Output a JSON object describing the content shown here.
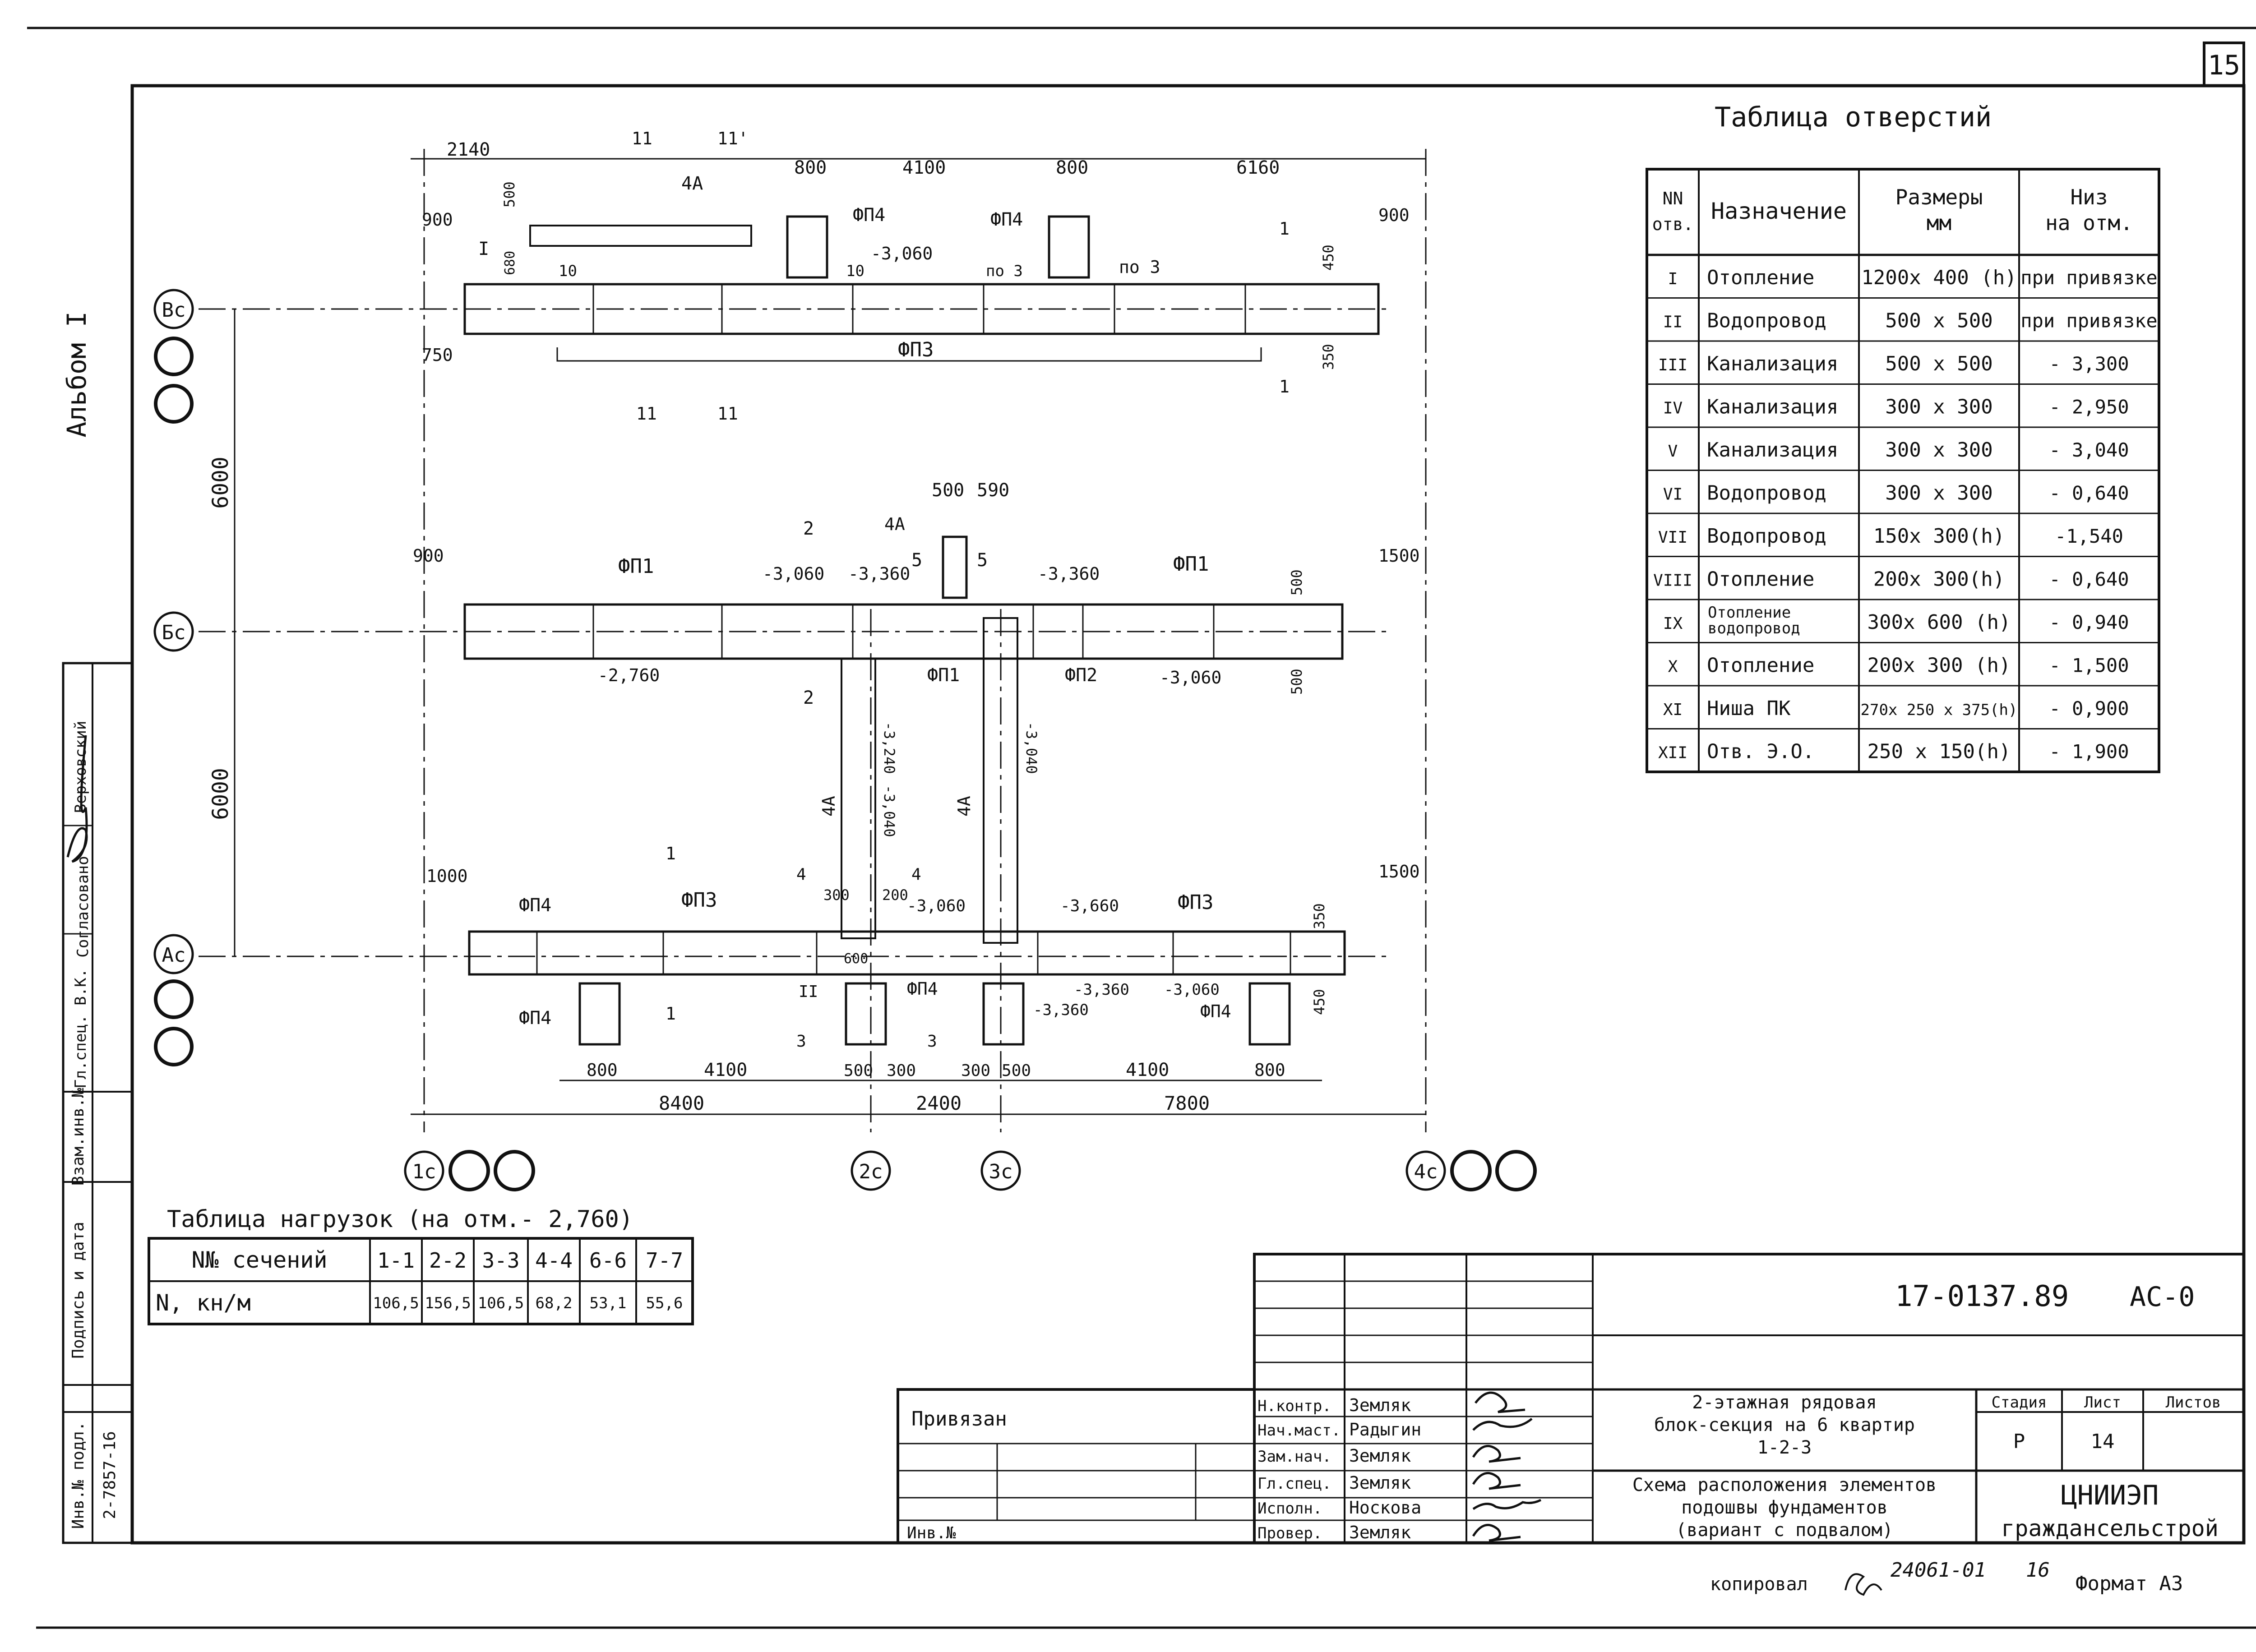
{
  "sheet_number": "15",
  "album": "Альбом I",
  "holes_table": {
    "title": "Таблица отверстий",
    "headers": [
      "NN отв.",
      "Назначение",
      "Размеры мм",
      "Низ на отм."
    ],
    "rows": [
      [
        "I",
        "Отопление",
        "1200x 400 (h)",
        "при привязке"
      ],
      [
        "II",
        "Водопровод",
        "500 x 500",
        "при привязке"
      ],
      [
        "III",
        "Канализация",
        "500 x 500",
        "- 3,300"
      ],
      [
        "IV",
        "Канализация",
        "300 x 300",
        "- 2,950"
      ],
      [
        "V",
        "Канализация",
        "300 x 300",
        "- 3,040"
      ],
      [
        "VI",
        "Водопровод",
        "300 x 300",
        "- 0,640"
      ],
      [
        "VII",
        "Водопровод",
        "150x 300(h)",
        "-1,540"
      ],
      [
        "VIII",
        "Отопление",
        "200x 300(h)",
        "- 0,640"
      ],
      [
        "IX",
        "Отопление водопровод",
        "300x 600 (h)",
        "- 0,940"
      ],
      [
        "X",
        "Отопление",
        "200x 300 (h)",
        "- 1,500"
      ],
      [
        "XI",
        "Ниша ПК",
        "270x 250 x 375(h)",
        "- 0,900"
      ],
      [
        "XII",
        "Отв. Э.О.",
        "250 x 150(h)",
        "- 1,900"
      ]
    ]
  },
  "loads_table": {
    "title": "Таблица нагрузок (на отм.- 2,760)",
    "header_label": "N№ сечений",
    "sections": [
      "1-1",
      "2-2",
      "3-3",
      "4-4",
      "6-6",
      "7-7"
    ],
    "row_label": "N, кн/м",
    "values": [
      "106,5",
      "156,5",
      "106,5",
      "68,2",
      "53,1",
      "55,6"
    ]
  },
  "axes": {
    "rows": [
      "Вс",
      "Бс",
      "Ас"
    ],
    "cols": [
      "1с",
      "2с",
      "3с",
      "4с"
    ]
  },
  "row_spacing": "6000",
  "dims": {
    "top_row": [
      "2140",
      "800",
      "4100",
      "800",
      "6160"
    ],
    "top_small": [
      "900",
      "500",
      "900",
      "680",
      "450",
      "750",
      "350"
    ],
    "mid_row": [
      "900",
      "500",
      "590",
      "1500",
      "500",
      "500"
    ],
    "low_row": [
      "1000",
      "1500",
      "300",
      "200",
      "600",
      "350",
      "450"
    ],
    "bottom_chain": [
      "800",
      "4100",
      "500",
      "300",
      "300",
      "500",
      "4100",
      "800"
    ],
    "bottom_totals": [
      "8400",
      "2400",
      "7800"
    ]
  },
  "labels": {
    "top": {
      "fp4a": "ФП4",
      "fp4b": "ФП4",
      "fp3": "ФП3",
      "wall": "4А",
      "cut11a": "11",
      "cut11b": "11'",
      "cut11c": "11",
      "cut11d": "11",
      "cut1": "1",
      "cut1b": "1",
      "mark1": "-3,060",
      "mark2": "10",
      "mark3": "по 3",
      "mark4": "по 3",
      "mark5": "10",
      "hole1": "I"
    },
    "mid": {
      "fp1a": "ФП1",
      "fp1b": "ФП1",
      "fp1c": "ФП1",
      "fp2": "ФП2",
      "m1": "-3,060",
      "m2": "-3,360",
      "m3": "-3,360",
      "m4": "-2,760",
      "m5": "-3,060",
      "cut2": "2",
      "cut2b": "2",
      "cut5a": "5",
      "cut5b": "5",
      "wall4a": "4А",
      "v1": "-3,240",
      "v2": "-3,040",
      "v3": "-3,040",
      "w1": "4А",
      "w2": "4А"
    },
    "low": {
      "fp4a": "ФП4",
      "fp3a": "ФП3",
      "fp3b": "ФП3",
      "fp4b": "ФП4",
      "fp4c": "ФП4",
      "fp4d": "ФП4",
      "m1": "-3,060",
      "m2": "-3,660",
      "m3": "-3,360",
      "m4": "-3,060",
      "m5": "-3,360",
      "cut1": "1",
      "cut1b": "1",
      "cut3": "3",
      "cut3b": "3",
      "cut4": "4",
      "cut4b": "4",
      "hole2": "II"
    }
  },
  "title_block": {
    "doc_code": "17-0137.89",
    "doc_mark": "АС-0",
    "privyazan": "Привязан",
    "inv_no": "Инв.№",
    "roles": [
      "Н.контр.",
      "Нач.маст.",
      "Зам.нач.",
      "Гл.спец.",
      "Исполн.",
      "Провер."
    ],
    "names": [
      "Земляк",
      "Радыгин",
      "Земляк",
      "Земляк",
      "Носкова",
      "Земляк"
    ],
    "project": [
      "2-этажная рядовая",
      "блок-секция на 6 квартир",
      "1-2-3"
    ],
    "sheet_title": [
      "Схема расположения элементов",
      "подошвы фундаментов",
      "(вариант с подвалом)"
    ],
    "stage_hdr": "Стадия",
    "sheet_hdr": "Лист",
    "sheets_hdr": "Листов",
    "stage": "Р",
    "sheet": "14",
    "org": [
      "ЦНИИЭП",
      "граждансельстрой"
    ]
  },
  "footer": {
    "copied": "копировал",
    "order_no": "24061-01",
    "page": "16",
    "format": "Формат А3"
  },
  "side_stamp": {
    "columns": [
      "Инв.№ подл.",
      "Подпись и дата",
      "Взам.инв.№"
    ],
    "inv_value": "2-7857-16",
    "agreed": "Согласовано",
    "agreed_roles": [
      "Гл.спец. В.К.",
      "Верховский"
    ]
  }
}
